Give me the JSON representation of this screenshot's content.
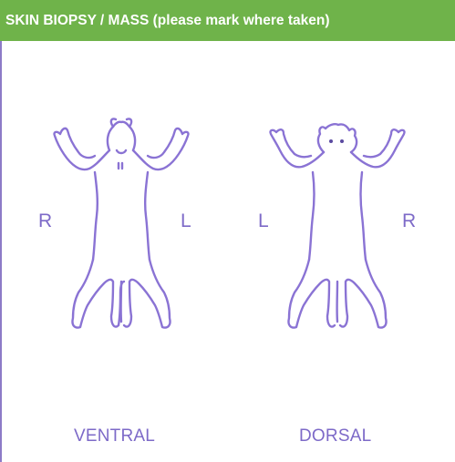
{
  "header": {
    "title": "SKIN BIOPSY / MASS (please mark where taken)",
    "background_color": "#6fb34a"
  },
  "ventral": {
    "label": "VENTRAL",
    "left_side": "R",
    "right_side": "L"
  },
  "dorsal": {
    "label": "DORSAL",
    "left_side": "L",
    "right_side": "R"
  },
  "colors": {
    "outline": "#8a73d4",
    "label_text": "#7d6ac8"
  }
}
